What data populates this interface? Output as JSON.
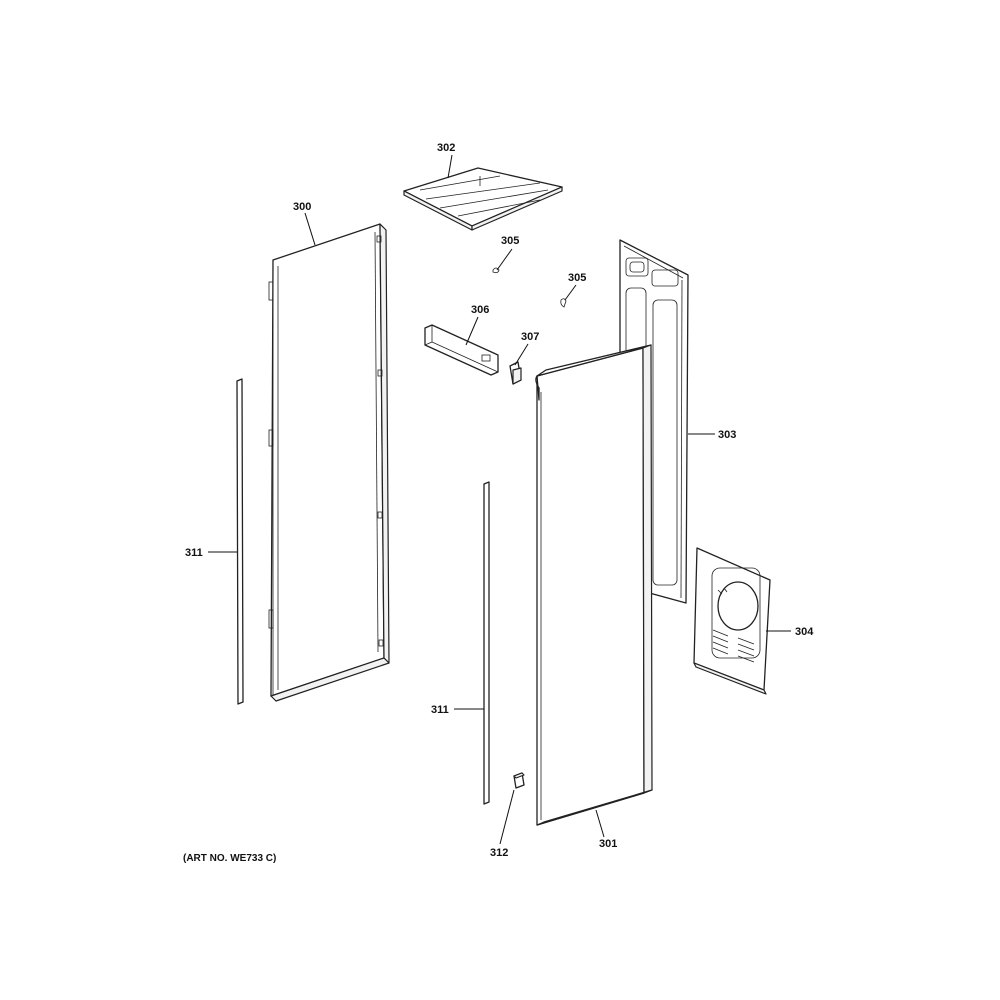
{
  "callouts": {
    "p300": "300",
    "p301": "301",
    "p302": "302",
    "p303": "303",
    "p304": "304",
    "p305a": "305",
    "p305b": "305",
    "p306": "306",
    "p307": "307",
    "p311a": "311",
    "p311b": "311",
    "p312": "312"
  },
  "art_no": "(ART NO. WE733 C)"
}
